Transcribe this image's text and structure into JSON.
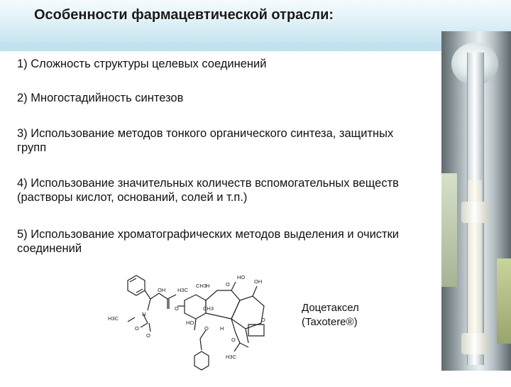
{
  "slide": {
    "title": "Особенности фармацевтической отрасли:",
    "items": [
      "1) Сложность структуры целевых соединений",
      "2) Многостадийность синтезов",
      "3) Использование методов тонкого органического синтеза, защитных групп",
      "4) Использование значительных количеств вспомогательных веществ (растворы кислот, оснований, солей и т.п.)",
      "5) Использование хроматографических методов выделения и очистки соединений"
    ],
    "compound": {
      "name": "Доцетаксел",
      "trade_name": "(Taxotere®)"
    },
    "structure_labels": {
      "oh_side": "OH",
      "h3c_1": "H3C",
      "ch3_1": "CH3",
      "ch3_2": "CH3",
      "h3c_2": "H3C",
      "ho_top": "HO",
      "oh_top": "OH",
      "h_1": "H",
      "h_2": "H",
      "n": "N",
      "o_1": "O",
      "o_2": "O",
      "o_3": "O",
      "o_4": "O",
      "o_5": "O",
      "o_6": "O",
      "o_7": "O",
      "h3c_ac": "H3C",
      "ho_bottom": "HO"
    }
  }
}
